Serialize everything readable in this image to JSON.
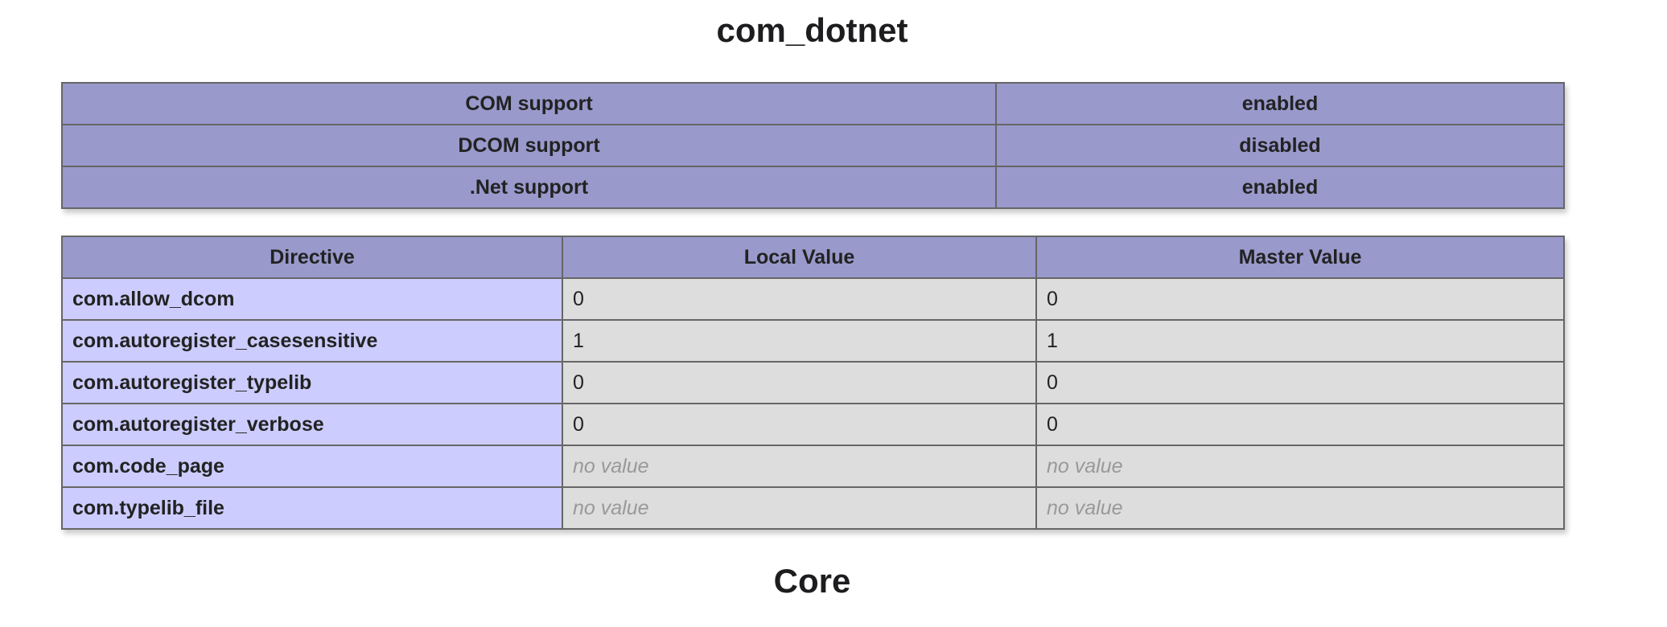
{
  "colors": {
    "header_bg": "#9999cc",
    "directive_bg": "#ccccff",
    "value_bg": "#dddddd",
    "border_color": "#666666",
    "muted_text": "#999999",
    "shadow_color": "#cccccc",
    "text_color": "#222222",
    "page_bg": "#ffffff"
  },
  "module": {
    "title": "com_dotnet",
    "summary_rows": [
      {
        "label": "COM support",
        "value": "enabled"
      },
      {
        "label": "DCOM support",
        "value": "disabled"
      },
      {
        "label": ".Net support",
        "value": "enabled"
      }
    ],
    "directives": {
      "headers": [
        "Directive",
        "Local Value",
        "Master Value"
      ],
      "rows": [
        {
          "directive": "com.allow_dcom",
          "local": {
            "text": "0",
            "muted": false
          },
          "master": {
            "text": "0",
            "muted": false
          }
        },
        {
          "directive": "com.autoregister_casesensitive",
          "local": {
            "text": "1",
            "muted": false
          },
          "master": {
            "text": "1",
            "muted": false
          }
        },
        {
          "directive": "com.autoregister_typelib",
          "local": {
            "text": "0",
            "muted": false
          },
          "master": {
            "text": "0",
            "muted": false
          }
        },
        {
          "directive": "com.autoregister_verbose",
          "local": {
            "text": "0",
            "muted": false
          },
          "master": {
            "text": "0",
            "muted": false
          }
        },
        {
          "directive": "com.code_page",
          "local": {
            "text": "no value",
            "muted": true
          },
          "master": {
            "text": "no value",
            "muted": true
          }
        },
        {
          "directive": "com.typelib_file",
          "local": {
            "text": "no value",
            "muted": true
          },
          "master": {
            "text": "no value",
            "muted": true
          }
        }
      ]
    }
  },
  "next_module": {
    "title": "Core"
  }
}
